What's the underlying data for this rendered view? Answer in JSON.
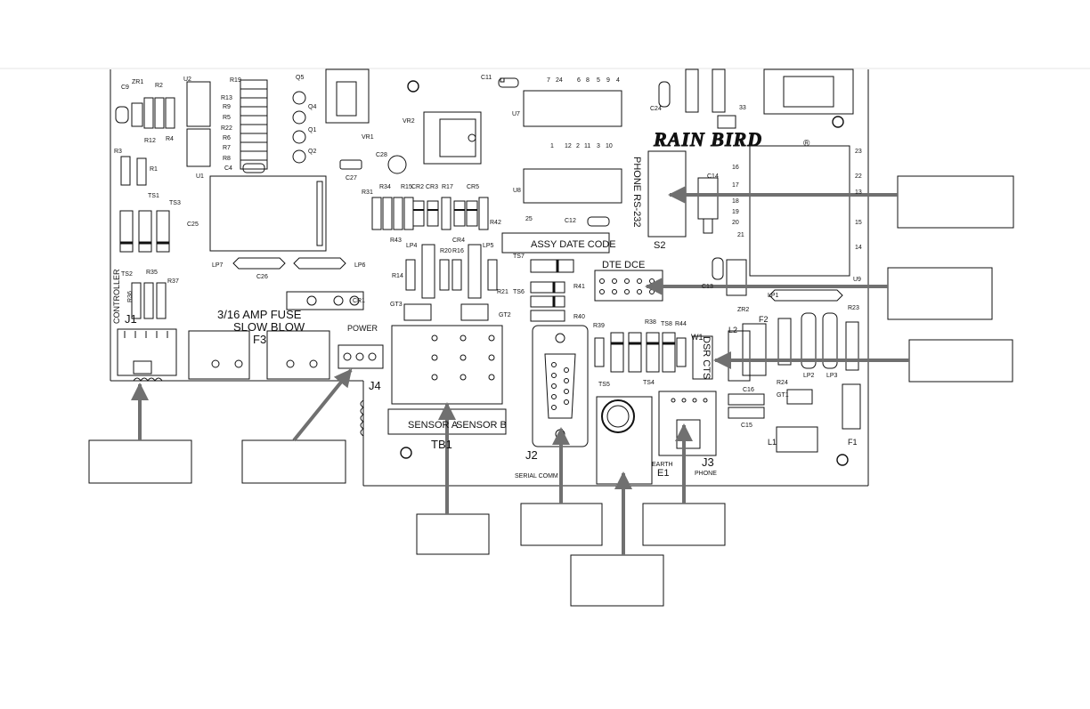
{
  "colors": {
    "stroke": "#111111",
    "callout": "#707070",
    "background": "#ffffff"
  },
  "logo": {
    "text": "RAIN BIRD"
  },
  "connectors": {
    "phone_rs232": "PHONE   RS-232",
    "dte_dce": "DTE  DCE",
    "dsr_cts": "DSR  CTS",
    "assy_date_code": "ASSY DATE CODE",
    "fuse_rating_1": "3/16 AMP FUSE",
    "fuse_rating_2": "SLOW BLOW",
    "power": "POWER",
    "controller": "CONTROLLER",
    "sensor_a": "SENSOR A",
    "sensor_b": "SENSOR B",
    "serial_comm": "SERIAL COMM",
    "earth": "EARTH",
    "phone": "PHONE"
  },
  "designators": {
    "J1": "J1",
    "J2": "J2",
    "J3": "J3",
    "J4": "J4",
    "F1": "F1",
    "F2": "F2",
    "F3": "F3",
    "TB1": "TB1",
    "E1": "E1",
    "S2": "S2",
    "U1": "U1",
    "U2": "U2",
    "U7": "U7",
    "U8": "U8",
    "U9": "U9",
    "VR1": "VR1",
    "VR2": "VR2",
    "L1": "L1",
    "L2": "L2",
    "W1": "W1",
    "ZR1": "ZR1",
    "ZR2": "ZR2",
    "GT1": "GT1",
    "GT2": "GT2",
    "GT3": "GT3",
    "C9": "C9",
    "C4": "C4",
    "C11": "C11",
    "C12": "C12",
    "C13": "C13",
    "C14": "C14",
    "C15": "C15",
    "C16": "C16",
    "C24": "C24",
    "C25": "C25",
    "C26": "C26",
    "C27": "C27",
    "C28": "C28",
    "Q1": "Q1",
    "Q2": "Q2",
    "Q4": "Q4",
    "Q5": "Q5",
    "R1": "R1",
    "R2": "R2",
    "R3": "R3",
    "R4": "R4",
    "R5": "R5",
    "R6": "R6",
    "R7": "R7",
    "R8": "R8",
    "R9": "R9",
    "R12": "R12",
    "R13": "R13",
    "R14": "R14",
    "R15": "R15",
    "R16": "R16",
    "R17": "R17",
    "R19": "R19",
    "R20": "R20",
    "R21": "R21",
    "R22": "R22",
    "R23": "R23",
    "R24": "R24",
    "R31": "R31",
    "R34": "R34",
    "R35": "R35",
    "R36": "R36",
    "R37": "R37",
    "R38": "R38",
    "R39": "R39",
    "R40": "R40",
    "R41": "R41",
    "R42": "R42",
    "R43": "R43",
    "R44": "R44",
    "CR1": "CR1",
    "CR2": "CR2",
    "CR3": "CR3",
    "CR4": "CR4",
    "CR5": "CR5",
    "TS1": "TS1",
    "TS2": "TS2",
    "TS3": "TS3",
    "TS4": "TS4",
    "TS5": "TS5",
    "TS6": "TS6",
    "TS7": "TS7",
    "TS8": "TS8",
    "LP1": "LP1",
    "LP2": "LP2",
    "LP3": "LP3",
    "LP4": "LP4",
    "LP5": "LP5",
    "LP6": "LP6",
    "LP7": "LP7"
  },
  "pin_numbers": {
    "u7_top": [
      "7",
      "24",
      "6",
      "8",
      "5",
      "9",
      "4"
    ],
    "u7_bottom": [
      "1",
      "12",
      "2",
      "11",
      "3",
      "10"
    ],
    "u8_pin": "25",
    "u9_pins": [
      "16",
      "17",
      "18",
      "19",
      "20",
      "21",
      "23",
      "22",
      "13",
      "15",
      "14"
    ],
    "misc": "33"
  }
}
